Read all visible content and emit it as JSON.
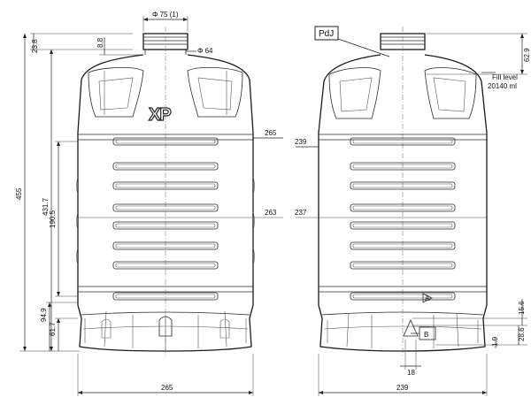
{
  "logo": {
    "text": "XP"
  },
  "front_view": {
    "dims": {
      "neck_outer": "Φ 75 (1)",
      "neck_inner": "Φ 64",
      "top_width": "265",
      "mid_width": "263",
      "bottom_width": "265",
      "height_total": "455",
      "height_body": "431.7",
      "height_label": "190.5",
      "height_base": "94.9",
      "height_foot": "61.7",
      "neck_height": "23.8",
      "neck_offset": "8.8"
    }
  },
  "side_view": {
    "callout": "PdJ",
    "fill_level_label": "Fill level",
    "fill_level_value": "20140 ml",
    "datum_a": "A",
    "datum_b": "B",
    "dims": {
      "top_width": "239",
      "mid_width": "237",
      "bottom_width": "239",
      "neck_height": "62.9",
      "foot_height_1": "15.6",
      "foot_height_2": "28.6",
      "foot_small": "1.9",
      "foot_width": "18"
    }
  }
}
